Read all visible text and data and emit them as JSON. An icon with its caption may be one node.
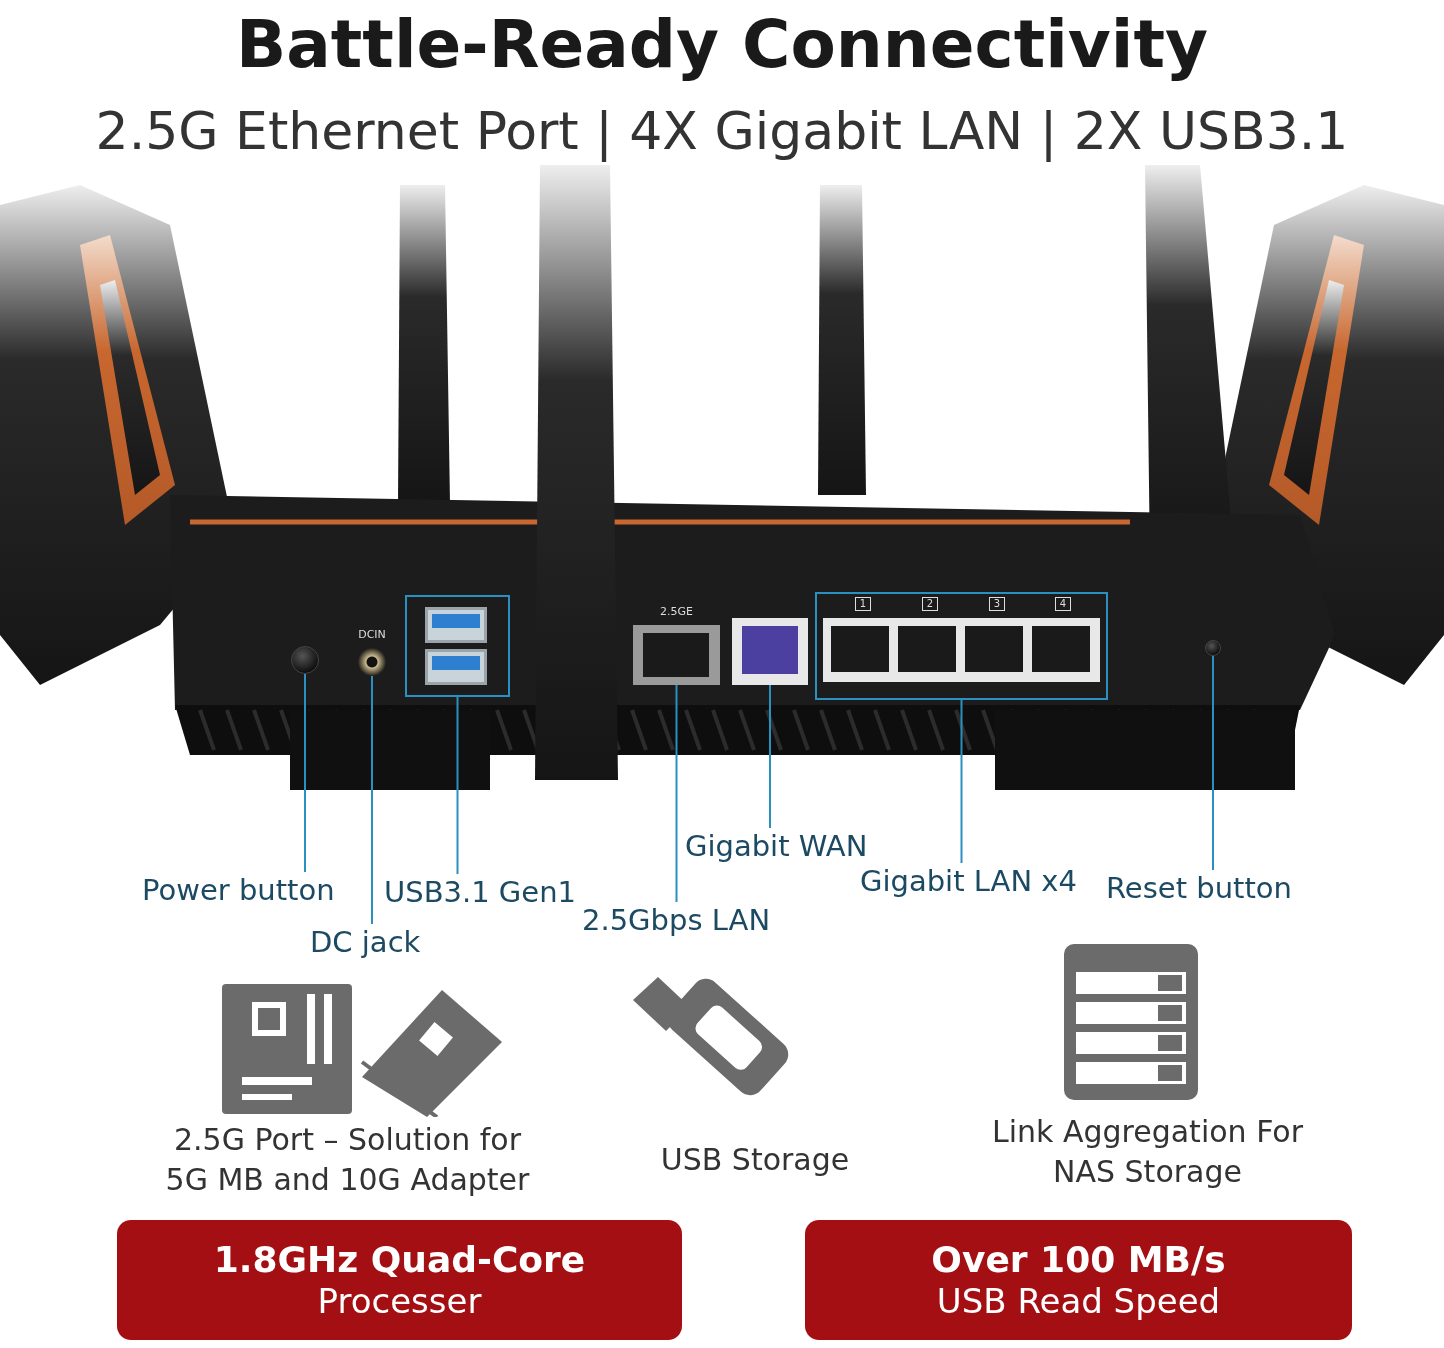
{
  "diagram": {
    "title": "Battle-Ready Connectivity",
    "nodes": [
      {
        "text": [],
        "shape": "picture"
      },
      {
        "text": [],
        "shape": "circle",
        "in": 0
      },
      {
        "text": [],
        "shape": "circle",
        "in": 0,
        "beside": [
          "DCIN"
        ]
      },
      {
        "text": [],
        "shape": "box",
        "in": 0
      },
      {
        "text": [],
        "shape": "box",
        "in": 0,
        "beside": [
          "2.5GE"
        ]
      },
      {
        "text": [],
        "shape": "box",
        "in": 0
      },
      {
        "text": [],
        "shape": "box",
        "in": 0
      },
      {
        "text": [],
        "shape": "circle",
        "in": 0
      },
      {
        "text": [
          "Power button"
        ]
      },
      {
        "text": [
          "DC jack"
        ]
      },
      {
        "text": [
          "USB3.1 Gen1"
        ]
      },
      {
        "text": [
          "2.5Gbps LAN"
        ]
      },
      {
        "text": [
          "Gigabit WAN"
        ]
      },
      {
        "text": [
          "Gigabit LAN x4"
        ]
      },
      {
        "text": [
          "Reset button"
        ]
      },
      {
        "text": [
          "2.5G Port – Solution for 5G MB and 10G Adapter"
        ]
      },
      {
        "text": [
          "USB Storage"
        ]
      },
      {
        "text": [
          "Link Aggregation For NAS Storage"
        ]
      },
      {
        "text": [
          "1.8GHz Quad-Core",
          "Processer"
        ]
      },
      {
        "text": [
          "Over 100 MB/s",
          "USB Read Speed"
        ]
      }
    ],
    "edges": [
      {
        "from": 8,
        "to": 1,
        "arrow": "none"
      },
      {
        "from": 9,
        "to": 2,
        "arrow": "none"
      },
      {
        "from": 10,
        "to": 3,
        "arrow": "none"
      },
      {
        "from": 11,
        "to": 4,
        "arrow": "none"
      },
      {
        "from": 12,
        "to": 5,
        "arrow": "none"
      },
      {
        "from": 13,
        "to": 6,
        "arrow": "none"
      },
      {
        "from": 14,
        "to": 7,
        "arrow": "none"
      }
    ],
    "labels": [
      "2.5G Ethernet Port | 4X Gigabit LAN | 2X USB3.1",
      "1",
      "2",
      "3",
      "4"
    ]
  }
}
